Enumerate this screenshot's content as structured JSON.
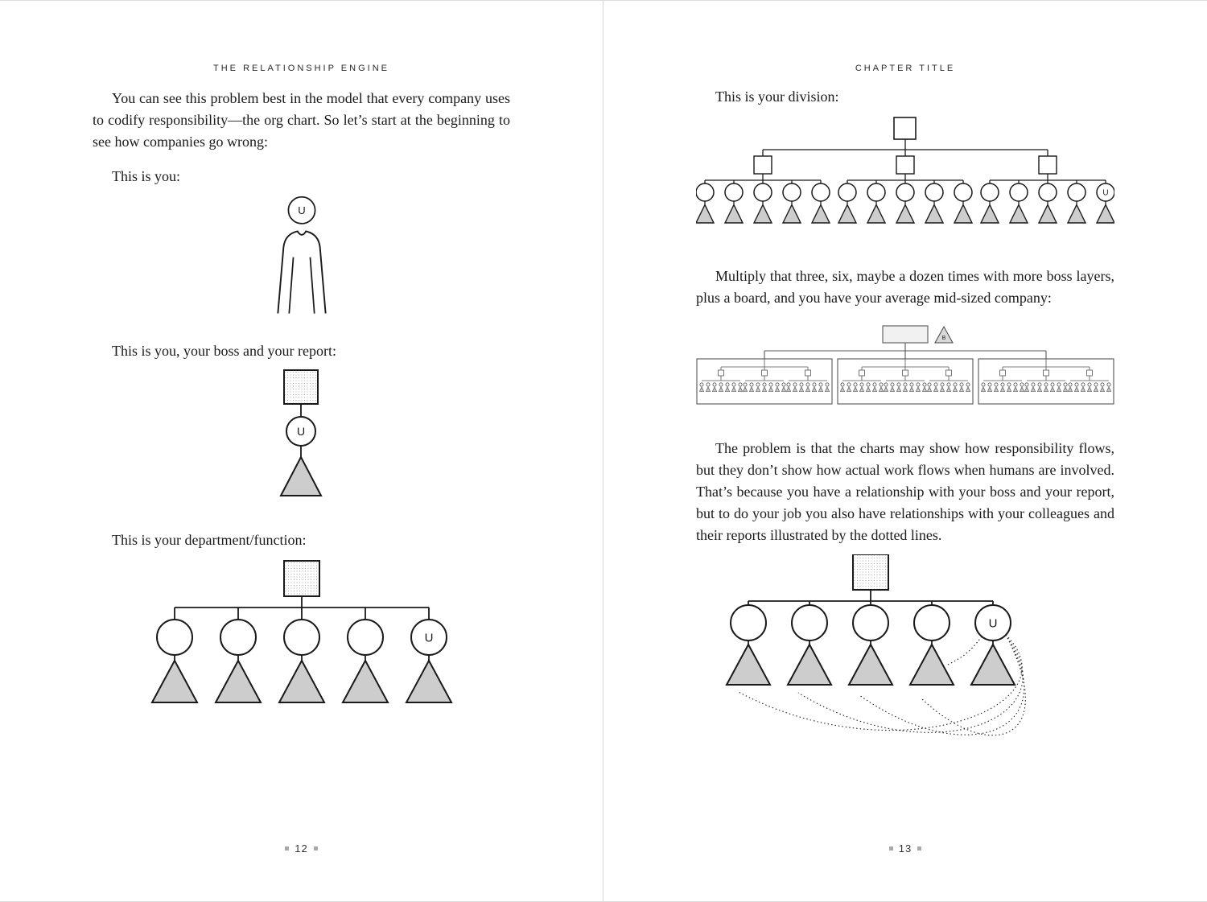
{
  "left_page": {
    "running_header": "THE RELATIONSHIP ENGINE",
    "intro_paragraph": "You can see this problem best in the model that every company uses to codify responsibility—the org chart. So let’s start at the beginning to see how companies go wrong:",
    "caption_you": "This is you:",
    "caption_boss_report": "This is you, your boss and your report:",
    "caption_department": "This is your department/function:",
    "page_number": "12"
  },
  "right_page": {
    "running_header": "CHAPTER TITLE",
    "caption_division": "This is your division:",
    "paragraph_multiply": "Multiply that three, six, maybe a dozen times with more boss layers, plus a board, and you have your average mid-sized company:",
    "paragraph_problem": "The problem is that the charts may show how responsibility flows, but they don’t show how actual work flows when humans are involved. That’s because you have a relationship with your boss and your report, but to do your job you also have relationships with your colleagues and their reports illustrated by the dotted lines.",
    "page_number": "13"
  },
  "diagram_labels": {
    "you_initial": "U",
    "board_initial": "B"
  },
  "colors": {
    "ink": "#1a1a1a",
    "triangle_fill": "#cdcdcd",
    "divider": "#d4d4d4"
  }
}
